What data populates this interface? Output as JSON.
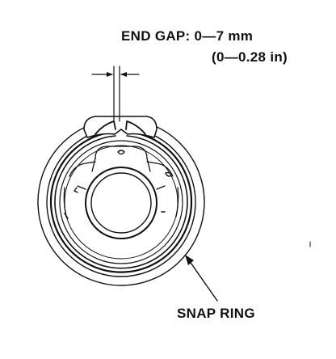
{
  "spec": {
    "title": "END GAP: 0—7 mm",
    "imperial": "(0—0.28 in)"
  },
  "callout": {
    "label": "SNAP RING"
  },
  "colors": {
    "ink": "#111111",
    "paper": "#ffffff"
  }
}
